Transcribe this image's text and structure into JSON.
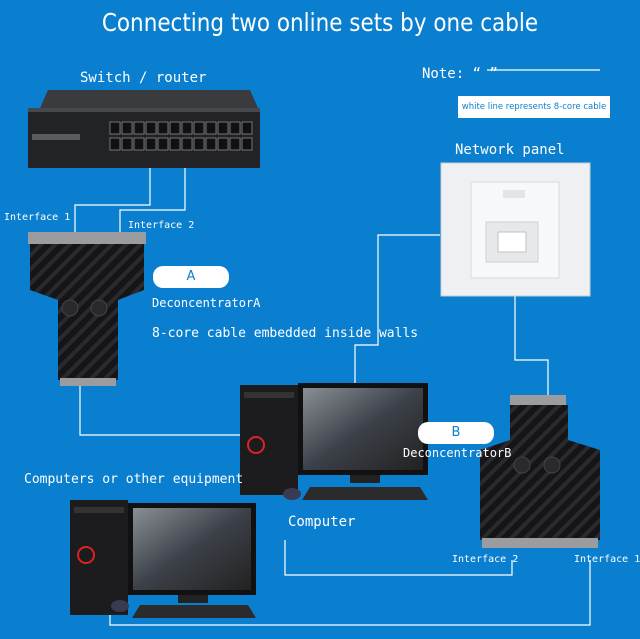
{
  "title": "Connecting two online sets by one cable",
  "switch_label": "Switch / router",
  "note_label": "Note: “                    ”",
  "note_text": "white line represents 8-core cable",
  "network_panel_label": "Network panel",
  "interface_1_top": "Interface 1",
  "interface_2_top": "Interface 2",
  "badge_a": "A",
  "deconcentrator_a": "DeconcentratorA",
  "cable_label": "8-core cable embedded inside walls",
  "badge_b": "B",
  "deconcentrator_b": "DeconcentratorB",
  "computers_label": "Computers or other equipment",
  "computer_label": "Computer",
  "interface_2_bottom": "Interface 2",
  "interface_1_bottom": "Interface 1",
  "colors": {
    "background": "#0a7fd0",
    "text": "#ffffff",
    "badge_text": "#0a7fd0",
    "cable": "#ffffff",
    "device_dark": "#1c1c1e"
  },
  "icons": [
    "network-switch-icon",
    "rj45-splitter-icon",
    "wall-network-panel-icon",
    "desktop-computer-icon"
  ]
}
